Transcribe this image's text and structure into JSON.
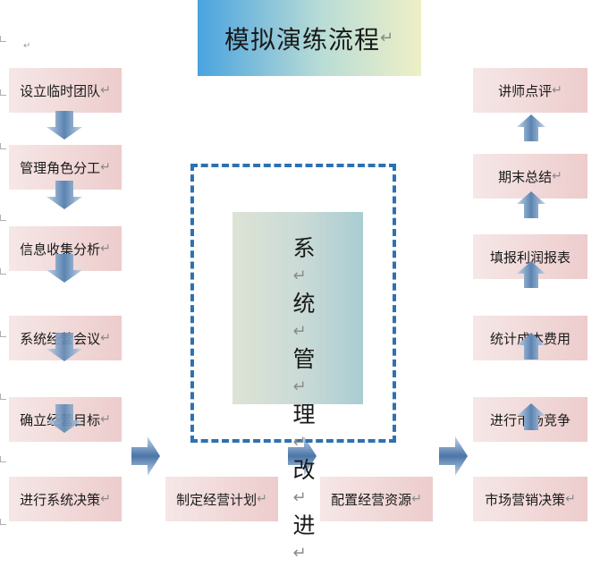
{
  "diagram": {
    "title": "模拟演练流程",
    "paragraph_mark": "↵",
    "left_column": [
      "设立临时团队",
      "管理角色分工",
      "信息收集分析",
      "系统经营会议",
      "确立经营目标",
      "进行系统决策"
    ],
    "bottom_row": [
      "制定经营计划",
      "配置经营资源",
      "市场营销决策"
    ],
    "right_column": [
      "统计成本费用",
      "填报利润报表",
      "期末总结",
      "讲师点评"
    ],
    "right_column_middle": "进行市场竞争",
    "center_label_chars": [
      "系",
      "统",
      "管",
      "理",
      "改",
      "进"
    ],
    "colors": {
      "title_gradient_start": "#4aa3df",
      "title_gradient_end": "#eef0c6",
      "box_gradient_start": "#f6e7e7",
      "box_gradient_end": "#edcccc",
      "arrow": "#5b84b1",
      "dashed_border": "#2e71b1"
    }
  }
}
